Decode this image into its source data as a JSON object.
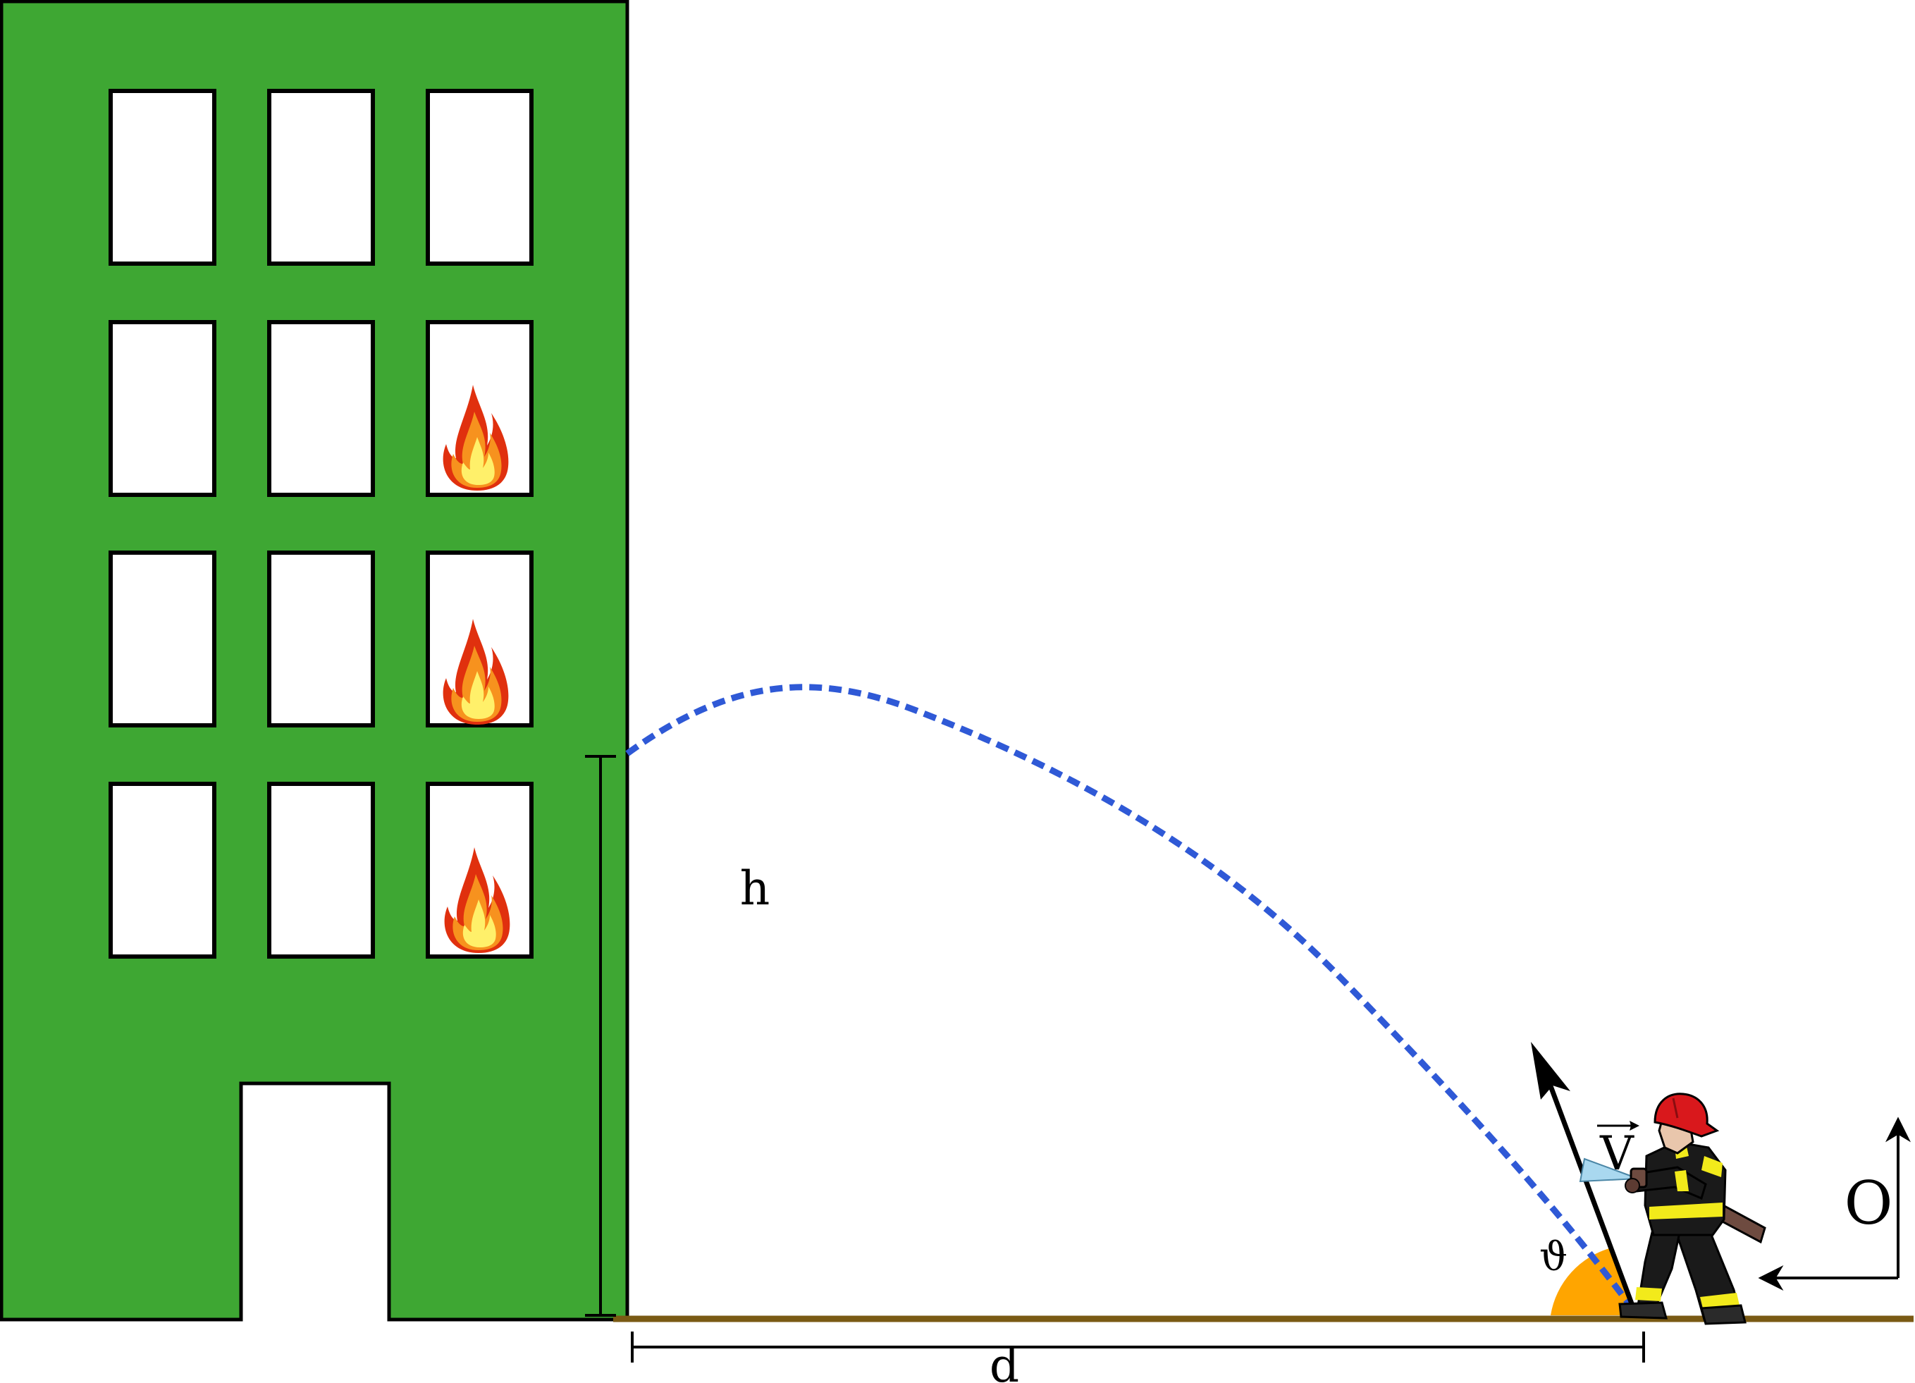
{
  "labels": {
    "height": "h",
    "distance": "d",
    "angle": "ϑ",
    "velocity": "V",
    "origin": "O"
  },
  "colors": {
    "building": "#3ea733",
    "outline": "#000000",
    "window": "#ffffff",
    "ground": "#7a5a14",
    "trajectory": "#2f59d6",
    "angle_sector": "#ffa500",
    "helmet": "#d9181c",
    "coat": "#1a1a1a",
    "reflective_stripe": "#f2ea1b",
    "skin": "#e9c6ac",
    "hose": "#6e4b40",
    "water_spray": "#a9d8ef",
    "flame_outer": "#e0300e",
    "flame_mid": "#f7921e",
    "flame_inner": "#fff06a"
  },
  "icons": {
    "flame": "flame-icon",
    "firefighter": "firefighter-figure",
    "vector_arrow": "arrow-icon"
  }
}
